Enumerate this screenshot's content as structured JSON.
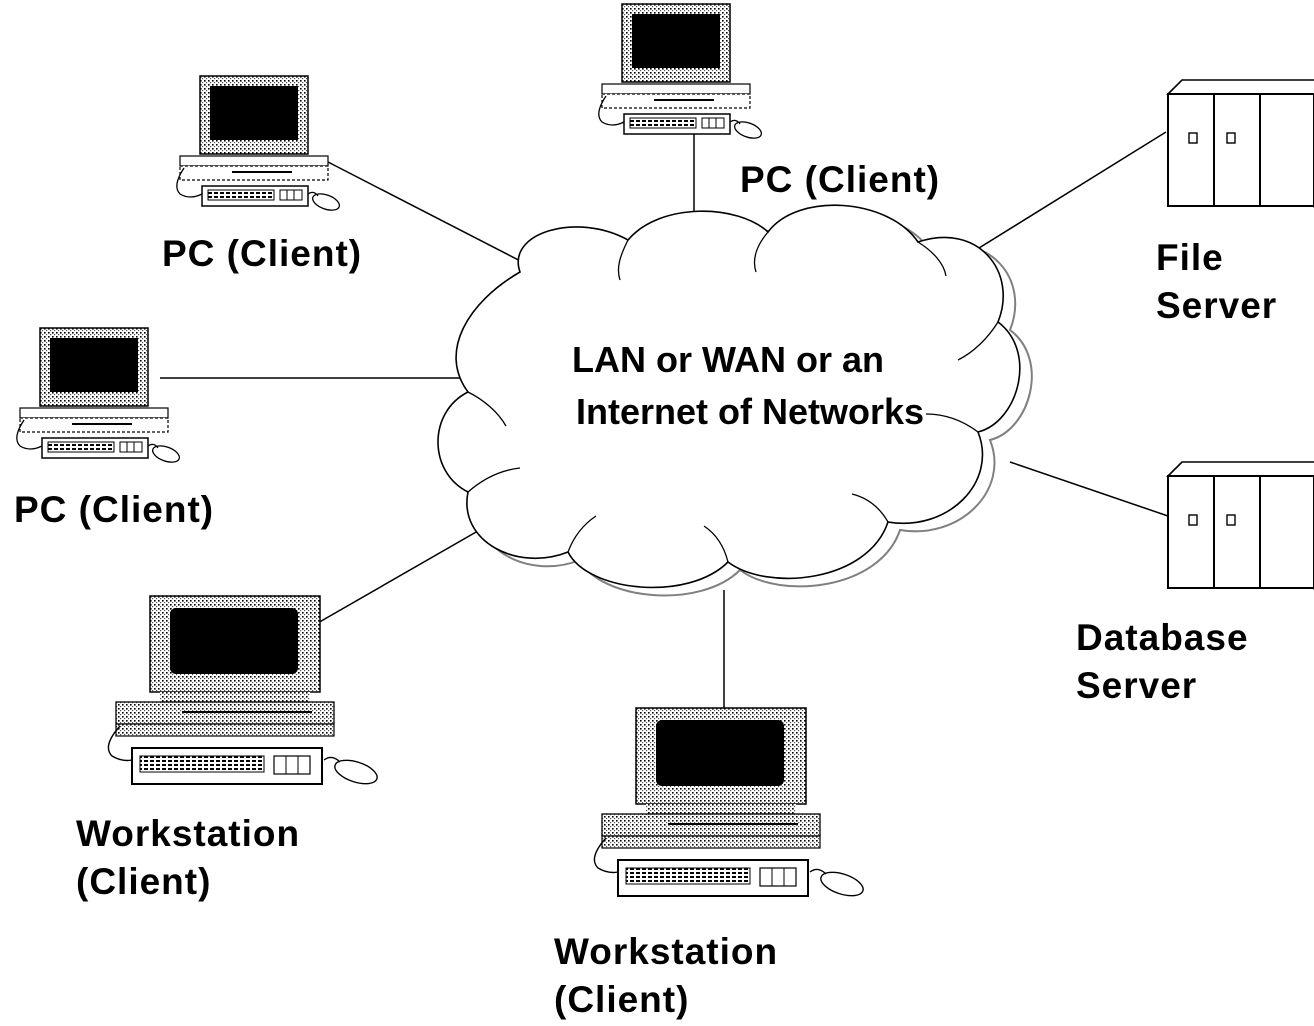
{
  "network": {
    "line1": "LAN or WAN or an",
    "line2": "Internet of Networks"
  },
  "nodes": {
    "pc_upper_left": "PC (Client)",
    "pc_top": "PC (Client)",
    "pc_left": "PC (Client)",
    "file_server": {
      "line1": "File",
      "line2": "Server"
    },
    "database_server": {
      "line1": "Database",
      "line2": "Server"
    },
    "workstation_left": {
      "line1": "Workstation",
      "line2": "(Client)"
    },
    "workstation_bottom": {
      "line1": "Workstation",
      "line2": "(Client)"
    }
  },
  "icons": {
    "pc": "desktop-pc-icon",
    "workstation": "workstation-icon",
    "server": "server-cabinet-icon",
    "network": "cloud-icon"
  }
}
